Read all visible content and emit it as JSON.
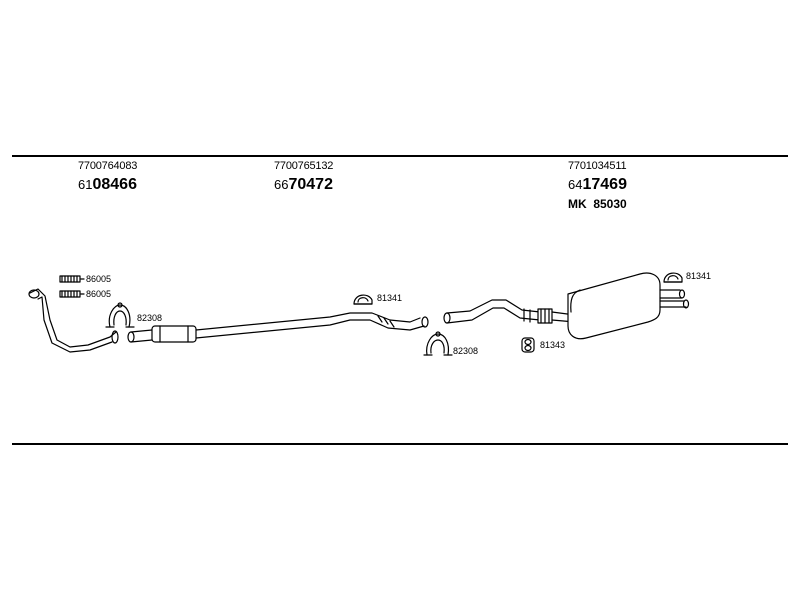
{
  "groups": [
    {
      "oem": "7700764083",
      "prefix": "61",
      "number": "08466"
    },
    {
      "oem": "7700765132",
      "prefix": "66",
      "number": "70472"
    },
    {
      "oem": "7701034511",
      "prefix": "64",
      "number": "17469",
      "kit": "MK  85030"
    }
  ],
  "callouts": {
    "gasket_a": "86005",
    "gasket_b": "86005",
    "clamp_front": "82308",
    "hanger_mid": "81341",
    "clamp_rear": "82308",
    "mount_rear": "81343",
    "hanger_tail": "81341"
  }
}
